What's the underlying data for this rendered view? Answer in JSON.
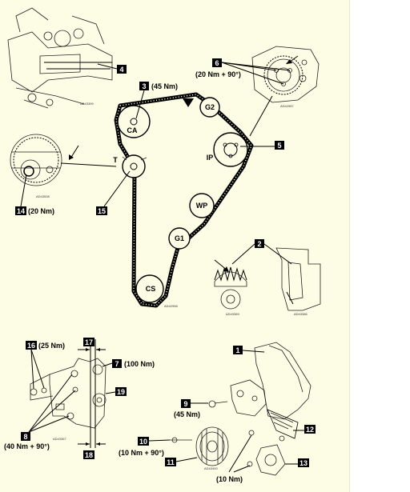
{
  "callouts": [
    {
      "num": "1",
      "torque": ""
    },
    {
      "num": "2",
      "torque": ""
    },
    {
      "num": "3",
      "torque": "(45 Nm)"
    },
    {
      "num": "4",
      "torque": ""
    },
    {
      "num": "5",
      "torque": ""
    },
    {
      "num": "6",
      "torque": "(20 Nm + 90°)"
    },
    {
      "num": "7",
      "torque": "(100 Nm)"
    },
    {
      "num": "8",
      "torque": "(40 Nm + 90°)"
    },
    {
      "num": "9",
      "torque": "(45 Nm)"
    },
    {
      "num": "10",
      "torque": "(10 Nm + 90°)"
    },
    {
      "num": "11",
      "torque": ""
    },
    {
      "num": "12",
      "torque": ""
    },
    {
      "num": "13",
      "torque": "(10 Nm)"
    },
    {
      "num": "14",
      "torque": "(20 Nm)"
    },
    {
      "num": "15",
      "torque": ""
    },
    {
      "num": "16",
      "torque": "(25 Nm)"
    },
    {
      "num": "17",
      "torque": ""
    },
    {
      "num": "18",
      "torque": ""
    },
    {
      "num": "19",
      "torque": ""
    }
  ],
  "pulleys": {
    "ca": "CA",
    "g2": "G2",
    "ip": "IP",
    "wp": "WP",
    "g1": "G1",
    "cs": "CS",
    "t": "T"
  },
  "refs": {
    "r1": "AD43399",
    "r2": "AD42967",
    "r3": "AD43538",
    "r4": "AD42958",
    "r5": "AD43369",
    "r6": "AD43386",
    "r7": "AD43367",
    "r8": "AD43400"
  },
  "colors": {
    "page": "#fdfde6",
    "ink": "#000000",
    "callout_box": "#000000",
    "callout_text": "#ffffff"
  }
}
